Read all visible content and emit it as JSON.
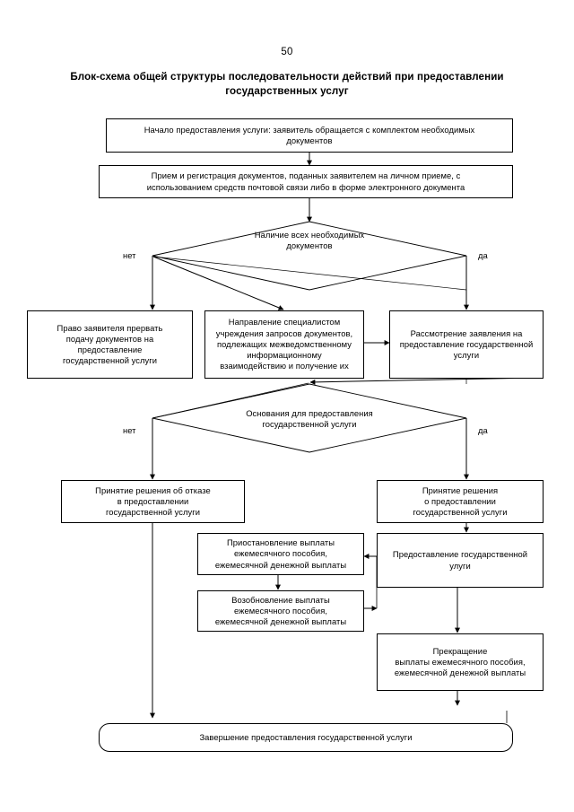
{
  "document": {
    "page_number": "50",
    "title": "Блок-схема общей структуры последовательности действий\nпри предоставлении государственных услуг"
  },
  "diagram": {
    "type": "flowchart",
    "orientation": "top-to-bottom",
    "line_color": "#000000",
    "fill_color": "#ffffff",
    "nodes": [
      {
        "id": "start",
        "shape": "process",
        "text": "Начало предоставления услуги: заявитель обращается с комплектом необходимых\nдокументов"
      },
      {
        "id": "intake",
        "shape": "process",
        "text": "Прием и регистрация документов, поданных заявителем на личном приеме, с\nиспользованием средств почтовой связи либо в форме электронного документа"
      },
      {
        "id": "decision_docs",
        "shape": "decision",
        "text": "Наличие всех необходимых\nдокументов",
        "branch_no": "нет",
        "branch_yes": "да"
      },
      {
        "id": "right_to_interrupt",
        "shape": "process",
        "text": "Право заявителя прервать\nподачу документов на\nпредоставление\nгосударственной услуги"
      },
      {
        "id": "interagency_requests",
        "shape": "process",
        "text": "Направление специалистом\nучреждения запросов документов,\nподлежащих межведомственному\nинформационному\nвзаимодействию и получение их"
      },
      {
        "id": "review_application",
        "shape": "process",
        "text": "Рассмотрение заявления на\nпредоставление государственной\nуслуги"
      },
      {
        "id": "decision_grounds",
        "shape": "decision",
        "text": "Основания для предоставления\nгосударственной услуги",
        "branch_no": "нет",
        "branch_yes": "да"
      },
      {
        "id": "decision_refusal",
        "shape": "process",
        "text": "Принятие решения об отказе\nв предоставлении\nгосударственной услуги"
      },
      {
        "id": "decision_grant",
        "shape": "process",
        "text": "Принятие решения\nо предоставлении\nгосударственной услуги"
      },
      {
        "id": "suspension",
        "shape": "process",
        "text": "Приостановление выплаты\nежемесячного пособия,\nежемесячной денежной выплаты"
      },
      {
        "id": "service_delivery",
        "shape": "process",
        "text": "Предоставление государственной\nулуги"
      },
      {
        "id": "resumption",
        "shape": "process",
        "text": "Возобновление выплаты\nежемесячного пособия,\nежемесячной денежной выплаты"
      },
      {
        "id": "termination",
        "shape": "process",
        "text": "Прекращение\nвыплаты ежемесячного пособия,\nежемесячной денежной выплаты"
      },
      {
        "id": "finish",
        "shape": "terminator",
        "text": "Завершение предоставления государственной услуги"
      }
    ]
  }
}
